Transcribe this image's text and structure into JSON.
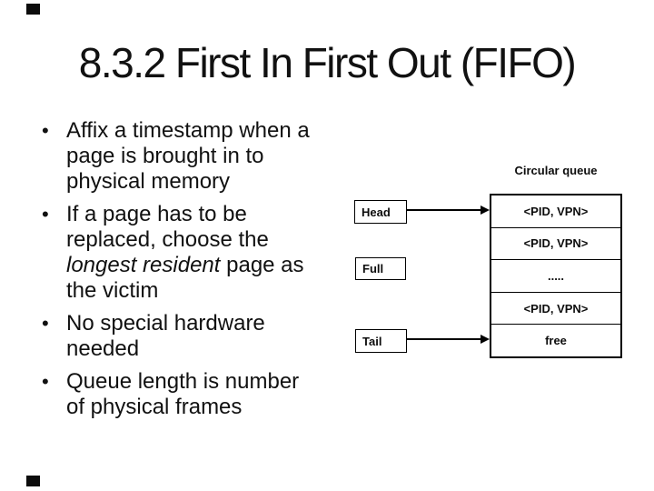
{
  "slide": {
    "title": "8.3.2 First In First Out (FIFO)",
    "bullet_char": "•",
    "bullets": [
      {
        "lines": [
          [
            {
              "t": "Affix a timestamp when a"
            }
          ],
          [
            {
              "t": "page is brought in to"
            }
          ],
          [
            {
              "t": "physical memory"
            }
          ]
        ]
      },
      {
        "lines": [
          [
            {
              "t": "If a page has to be"
            }
          ],
          [
            {
              "t": "replaced, choose the"
            }
          ],
          [
            {
              "t": "longest resident",
              "italic": true
            },
            {
              "t": " page as"
            }
          ],
          [
            {
              "t": "the victim"
            }
          ]
        ]
      },
      {
        "lines": [
          [
            {
              "t": "No special hardware"
            }
          ],
          [
            {
              "t": "needed"
            }
          ]
        ]
      },
      {
        "lines": [
          [
            {
              "t": "Queue length is number"
            }
          ],
          [
            {
              "t": "of physical frames"
            }
          ]
        ]
      }
    ]
  },
  "diagram": {
    "caption": "Circular queue",
    "pointers": [
      {
        "label": "Head",
        "has_arrow": true
      },
      {
        "label": "Full",
        "has_arrow": false
      },
      {
        "label": "Tail",
        "has_arrow": true
      }
    ],
    "queue_cells": [
      "<PID, VPN>",
      "<PID, VPN>",
      ".....",
      "<PID, VPN>",
      "free"
    ]
  },
  "colors": {
    "background": "#ffffff",
    "text": "#111111",
    "line": "#000000",
    "artifact": "#0c0c0c"
  }
}
